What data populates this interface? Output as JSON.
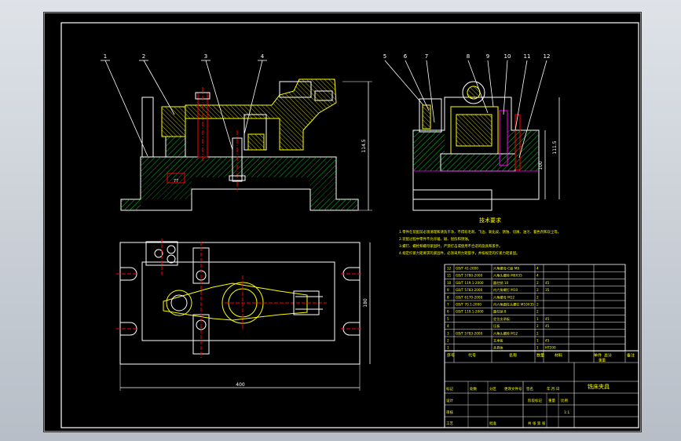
{
  "app": {
    "title": ""
  },
  "labels": {
    "part_numbers": [
      "1",
      "2",
      "3",
      "4",
      "5",
      "6",
      "7",
      "8",
      "9",
      "10",
      "11",
      "12"
    ],
    "notes_title": "技术要求",
    "notes": [
      "1.零件在装配前必须清理和清洗干净，不得有毛刺、飞边、氧化皮、锈蚀、切屑、油污、着色剂和灰尘等。",
      "2.装配过程中零件不允许磕、碰、划伤和锈蚀。",
      "3.螺钉、螺栓和螺母紧固时，严禁打击或使用不合适的旋具和扳手。",
      "4.规定拧紧力矩要求的紧固件，必须采用力矩扳手，并按规定的拧紧力矩紧固。"
    ],
    "dimensions": {
      "front_height": "114.5",
      "side_height1": "111.5",
      "side_height2": "100",
      "plan_width": "400",
      "plan_height": "180",
      "small": "77"
    }
  },
  "bom": {
    "headers": [
      "序号",
      "代号",
      "名称",
      "数量",
      "材料",
      "单件",
      "总计",
      "备注"
    ],
    "weight_header": "重量",
    "rows": [
      [
        "12",
        "GB/T 41-2000",
        "六角螺母-C级 M8",
        "4",
        "",
        ""
      ],
      [
        "11",
        "GB/T 5780-2000",
        "六角头螺栓 M8X35",
        "4",
        "",
        ""
      ],
      [
        "10",
        "GB/T 119.1-2000",
        "圆柱销 10",
        "2",
        "45",
        ""
      ],
      [
        "9",
        "GB/T 5783-2000",
        "内六角螺钉 M10",
        "2",
        "35",
        ""
      ],
      [
        "8",
        "GB/T 6170-2000",
        "六角螺母 M12",
        "2",
        "",
        ""
      ],
      [
        "7",
        "GB/T 70.1-2000",
        "内六角圆柱头螺钉 M10X35",
        "2",
        "",
        ""
      ],
      [
        "6",
        "GB/T 119.1-2000",
        "圆柱销 8",
        "2",
        "",
        ""
      ],
      [
        "5",
        "",
        "定位支承板",
        "1",
        "45",
        ""
      ],
      [
        "4",
        "",
        "压板",
        "2",
        "45",
        ""
      ],
      [
        "3",
        "GB/T 5783-2000",
        "六角头螺栓 M12",
        "2",
        "",
        ""
      ],
      [
        "2",
        "",
        "支承板",
        "1",
        "45",
        ""
      ],
      [
        "1",
        "",
        "夹具体",
        "1",
        "HT200",
        ""
      ]
    ]
  },
  "title_block": {
    "drawing_name": "铣床夹具",
    "scale_label": "比例",
    "scale": "1:1",
    "sheet": "共 张 第 张",
    "roles": [
      "设计",
      "审核",
      "工艺",
      "批准"
    ],
    "stage_label": "阶段标记",
    "weight_label": "重量",
    "ratio_label": "比例",
    "mark": "标记",
    "count": "处数",
    "zone": "分区",
    "change_no": "更改文件号",
    "signature": "签名",
    "date": "年.月.日"
  },
  "colors": {
    "background": "#000000",
    "outline": "#ffffff",
    "hatch": "#00ff40",
    "part_fill": "#ffff00",
    "red": "#ff0000",
    "magenta": "#ff00ff",
    "cyan": "#00ffff",
    "text": "#ffffff"
  }
}
